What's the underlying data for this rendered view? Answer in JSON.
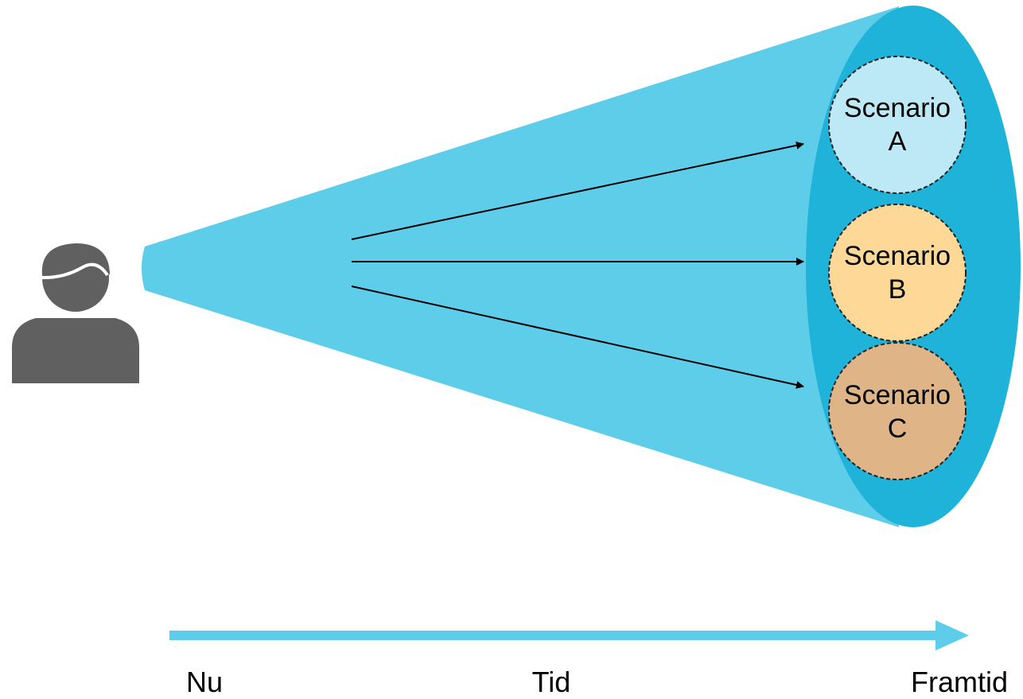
{
  "colors": {
    "cone": "#5ecdea",
    "cone_end": "#1fb3d9",
    "person": "#606060",
    "arrow": "#000000",
    "timeline": "#5ecdea",
    "outline": "#222222"
  },
  "person": {
    "icon": "person-icon"
  },
  "scenarios": [
    {
      "line1": "Scenario",
      "line2": "A",
      "fill": "#bde8f5"
    },
    {
      "line1": "Scenario",
      "line2": "B",
      "fill": "#fdd897"
    },
    {
      "line1": "Scenario",
      "line2": "C",
      "fill": "#dfb587"
    }
  ],
  "timeline": {
    "start_label": "Nu",
    "middle_label": "Tid",
    "end_label": "Framtid"
  }
}
